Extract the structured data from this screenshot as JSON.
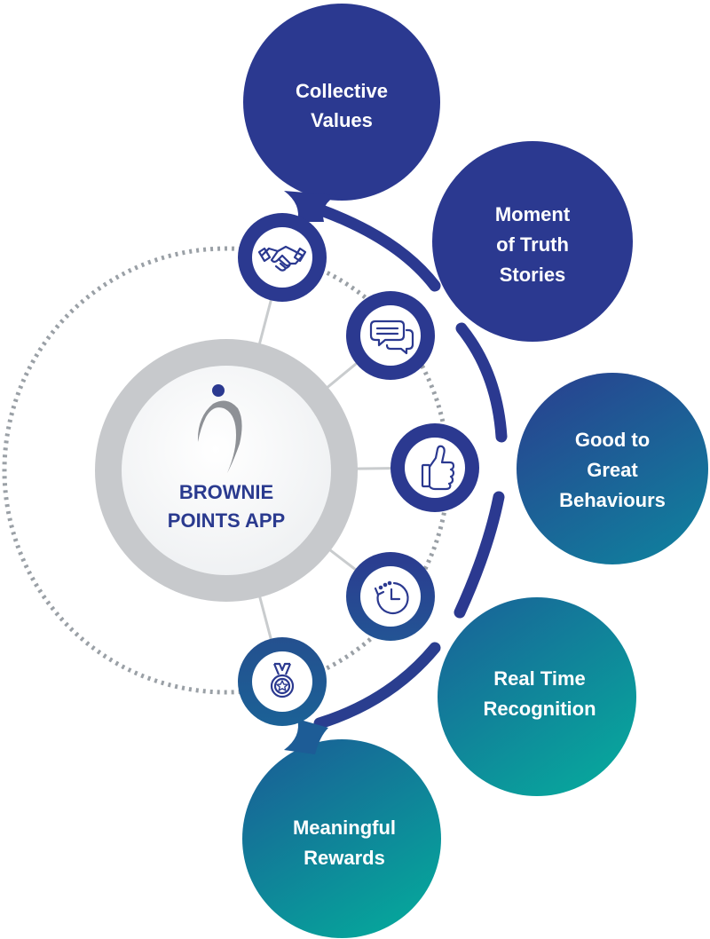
{
  "center": {
    "line1": "BROWNIE",
    "line2": "POINTS APP",
    "logo_icon": "brownie-points-logo-icon"
  },
  "nodes": [
    {
      "id": "collective-values",
      "line1": "Collective",
      "line2": "Values",
      "line3": "",
      "icon": "handshake-icon"
    },
    {
      "id": "moment-of-truth",
      "line1": "Moment",
      "line2": "of Truth",
      "line3": "Stories",
      "icon": "chat-bubbles-icon"
    },
    {
      "id": "good-to-great",
      "line1": "Good to",
      "line2": "Great",
      "line3": "Behaviours",
      "icon": "thumbs-up-icon"
    },
    {
      "id": "real-time",
      "line1": "Real Time",
      "line2": "Recognition",
      "line3": "",
      "icon": "clock-icon"
    },
    {
      "id": "meaningful-rewards",
      "line1": "Meaningful",
      "line2": "Rewards",
      "line3": "",
      "icon": "medal-icon"
    }
  ],
  "colors": {
    "navy": "#2b3990",
    "teal": "#0aa29c",
    "mid": "#1f6f9e",
    "ring_gray": "#c6c8ca",
    "dots": "#9aa0a6",
    "icon_stroke": "#2b3990",
    "center_text": "#2a3a8f"
  }
}
